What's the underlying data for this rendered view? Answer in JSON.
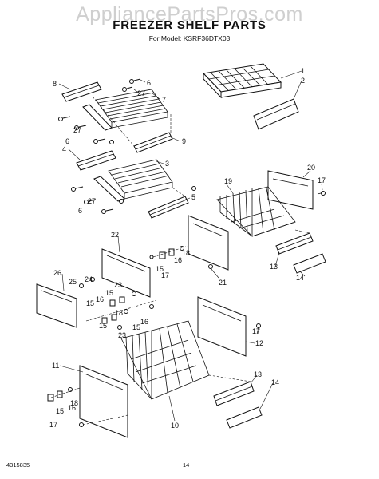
{
  "header": {
    "watermark": "AppliancePartsPros.com",
    "title": "FREEZER SHELF PARTS",
    "model_line": "For Model: KSRF36DTX03"
  },
  "footer": {
    "doc_number": "4315835",
    "page_number": "14"
  },
  "callouts": [
    "1",
    "2",
    "3",
    "4",
    "5",
    "6",
    "7",
    "8",
    "9",
    "10",
    "11",
    "12",
    "13",
    "14",
    "15",
    "16",
    "17",
    "18",
    "19",
    "20",
    "21",
    "22",
    "23",
    "24",
    "25",
    "26",
    "27"
  ]
}
